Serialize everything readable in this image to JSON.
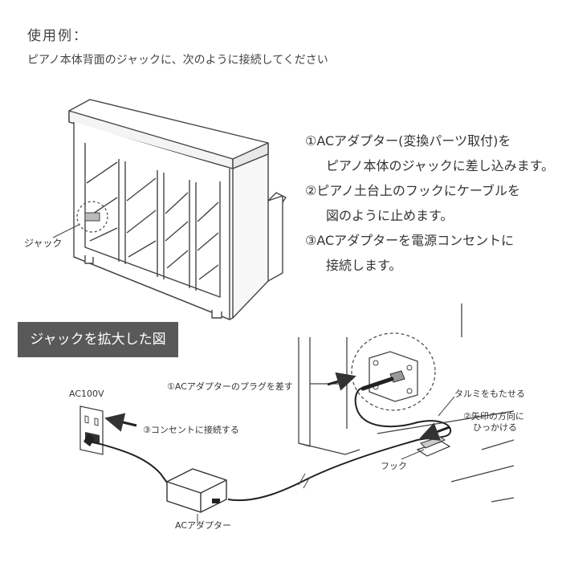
{
  "heading": "使用例：",
  "subheading": "ピアノ本体背面のジャックに、次のように接続してください",
  "steps": [
    "①ACアダプター(変換パーツ取付)を",
    "ピアノ本体のジャックに差し込みます。",
    "②ピアノ土台上のフックにケーブルを",
    "図のように止めます。",
    "③ACアダプターを電源コンセントに",
    "接続します。"
  ],
  "piano_jack_label": "ジャック",
  "zoom_banner": "ジャックを拡大した図",
  "callouts": {
    "ac100v": "AC100V",
    "outlet": "③コンセントに接続する",
    "plug": "①ACアダプターのプラグを差す",
    "slack": "タルミをもたせる",
    "arrow_line1": "②矢印の方向に",
    "arrow_line2": "ひっかける",
    "hook": "フック",
    "adapter": "ACアダプター"
  }
}
